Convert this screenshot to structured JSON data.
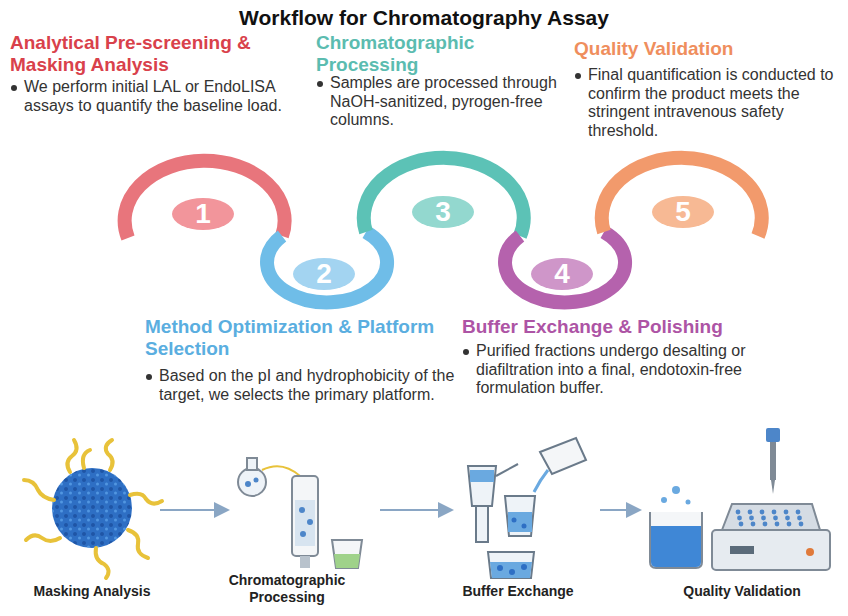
{
  "diagram": {
    "title": "Workflow for Chromatography Assay",
    "nodes": [
      {
        "text": [
          "1"
        ]
      },
      {
        "text": [
          "2"
        ]
      },
      {
        "text": [
          "3"
        ]
      },
      {
        "text": [
          "4"
        ]
      },
      {
        "text": [
          "5"
        ]
      }
    ],
    "labels": [
      "Analytical Pre-screening & Masking Analysis",
      "We perform initial LAL or EndoLISA assays to quantify the baseline load.",
      "Chromatographic Processing",
      "Samples are processed through NaOH-sanitized, pyrogen-free columns.",
      "Quality Validation",
      "Final quantification is conducted to confirm the product meets the stringent intravenous safety threshold.",
      "Method Optimization & Platform Selection",
      "Based on the pI and hydrophobicity of the target, we selects the primary platform.",
      "Buffer Exchange & Polishing",
      "Purified fractions undergo desalting or diafiltration into a final, endotoxin-free formulation buffer.",
      "Masking Analysis",
      "Chromatographic Processing",
      "Buffer Exchange",
      "Quality Validation"
    ]
  }
}
